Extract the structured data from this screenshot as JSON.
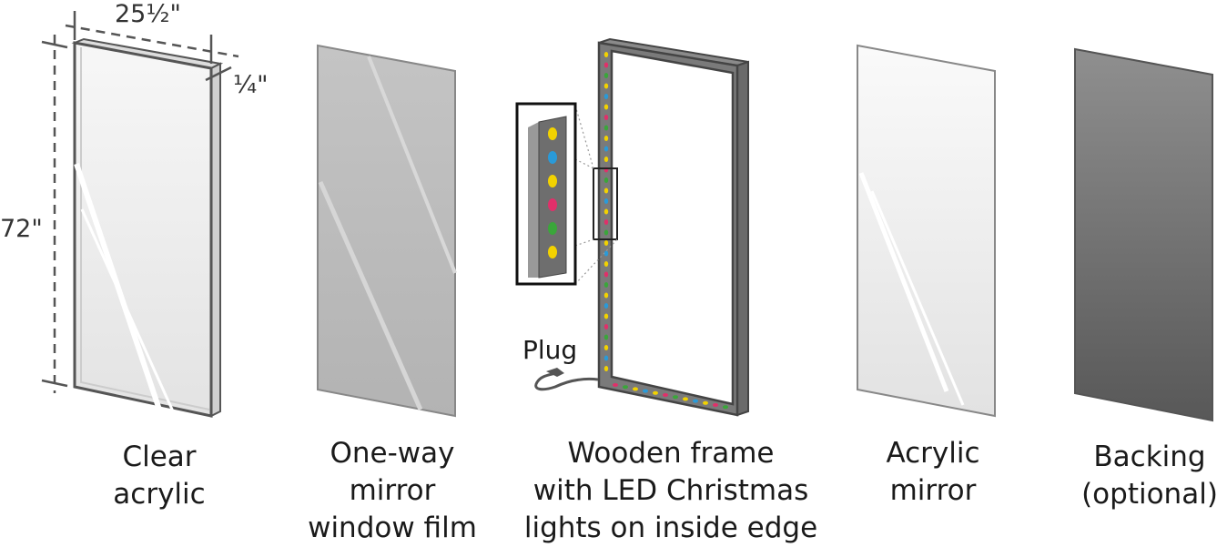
{
  "dimensions": {
    "width": "25½\"",
    "height": "72\"",
    "thickness": "¼\""
  },
  "plug_label": "Plug",
  "layers": [
    {
      "lines": [
        "Clear",
        "acrylic"
      ]
    },
    {
      "lines": [
        "One-way",
        "mirror",
        "window film"
      ]
    },
    {
      "lines": [
        "Wooden frame",
        "with LED Christmas",
        "lights on inside edge"
      ]
    },
    {
      "lines": [
        "Acrylic",
        "mirror"
      ]
    },
    {
      "lines": [
        "Backing",
        "(optional)"
      ]
    }
  ],
  "colors": {
    "led": [
      "#f2d200",
      "#e0306a",
      "#3aa63a",
      "#f2d200",
      "#2a9ad8"
    ],
    "frame": "#777777",
    "backing": "#666666",
    "outline": "#555555"
  }
}
